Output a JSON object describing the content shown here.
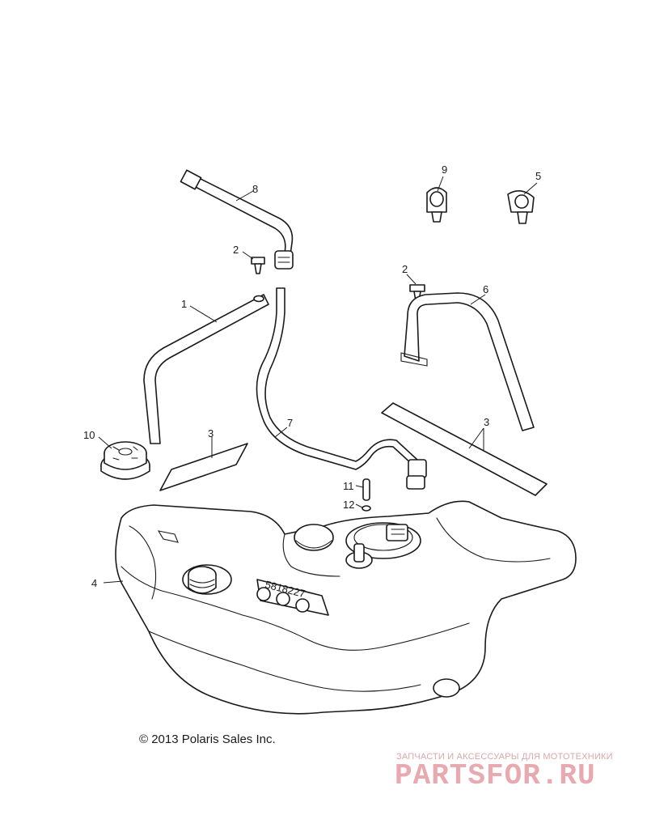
{
  "callouts": [
    "1",
    "2",
    "2",
    "3",
    "3",
    "4",
    "5",
    "6",
    "7",
    "8",
    "9",
    "10",
    "11",
    "12"
  ],
  "copyright": "© 2013 Polaris Sales Inc.",
  "watermark": {
    "subtitle": "ЗАПЧАСТИ И АКСЕССУАРЫ ДЛЯ МОТОТЕХНИКИ",
    "logo": "PARTSFOR.RU"
  }
}
